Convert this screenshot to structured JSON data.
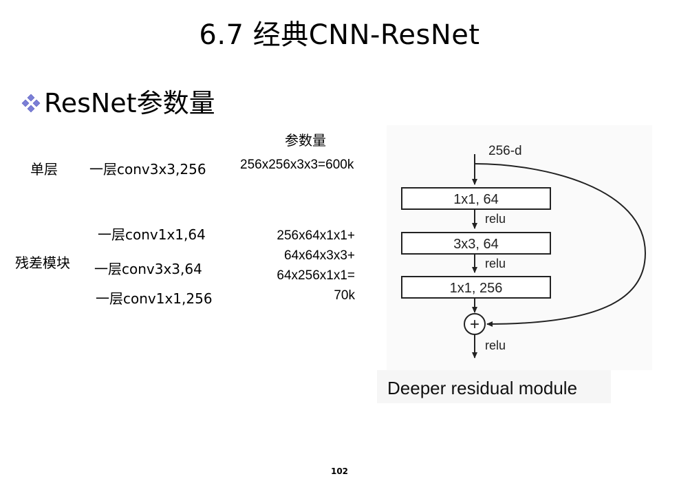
{
  "slide": {
    "title": "6.7  经典CNN-ResNet",
    "bullet": "ResNet参数量",
    "page_number": "102"
  },
  "table": {
    "param_header": "参数量",
    "single_label": "单层",
    "single_layer": "一层conv3x3,256",
    "single_params": "256x256x3x3=600k",
    "residual_label": "残差模块",
    "residual_layers": [
      "一层conv1x1,64",
      "一层conv3x3,64",
      "一层conv1x1,256"
    ],
    "residual_params": [
      "256x64x1x1+",
      "64x64x3x3+",
      "64x256x1x1=",
      "70k"
    ]
  },
  "figure": {
    "input_label": "256-d",
    "blocks": [
      "1x1, 64",
      "3x3, 64",
      "1x1, 256"
    ],
    "activation": "relu",
    "add_symbol": "+",
    "caption": "Deeper residual module"
  },
  "colors": {
    "bullet": "#7b7fd6",
    "bullet_light": "#b9bcf0",
    "figure_bg": "#fafafa",
    "line": "#222222"
  }
}
